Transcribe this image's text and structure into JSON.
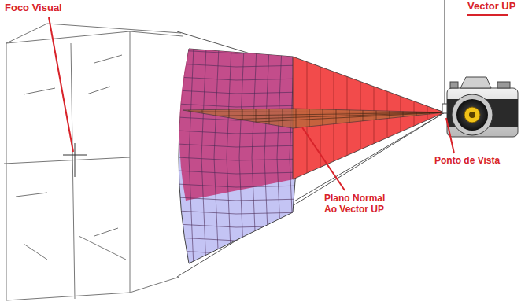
{
  "diagram": {
    "labels": [
      "Foco Visual",
      "Vector UP",
      "Ponto de Vista",
      "Plano Normal Ao Vector UP"
    ]
  }
}
